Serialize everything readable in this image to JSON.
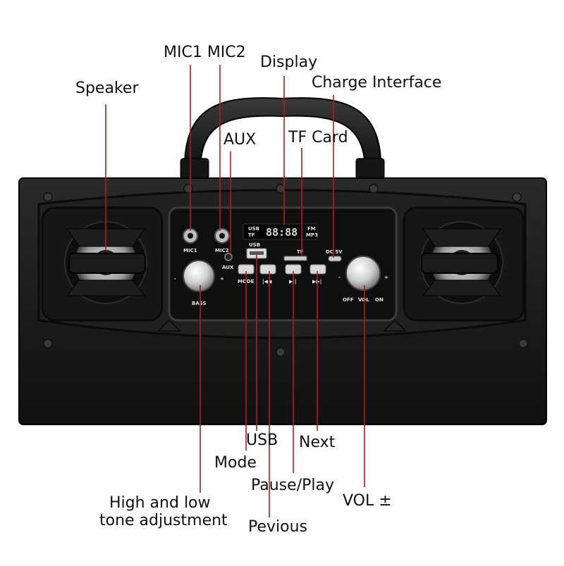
{
  "labels": {
    "speaker": "Speaker",
    "mic1_mic2": "MIC1 MIC2",
    "display": "Display",
    "charge_interface": "Charge Interface",
    "aux": "AUX",
    "tf_card": "TF Card",
    "usb": "USB",
    "next": "Next",
    "mode": "Mode",
    "pause_play": "Pause/Play",
    "vol": "VOL ±",
    "tone_line1": "High and low",
    "tone_line2": "tone adjustment",
    "previous": "Pevious"
  },
  "panel": {
    "mic1": "MIC1",
    "mic2": "MIC2",
    "aux": "AUX",
    "usb": "USB",
    "tf": "TF",
    "dc": "DC 5V",
    "mode": "MODE",
    "bass": "BASS",
    "off": "OFF",
    "vol": "VOL",
    "on": "ON",
    "minus": "-",
    "plus": "+",
    "display_digits": "88:88",
    "display_fm": "FM",
    "display_mp3": "MP3",
    "display_usb": "USB",
    "display_tf": "TF"
  },
  "colors": {
    "leader_line": "#b01c1c",
    "body": "#1b1b1b",
    "panel": "#111111"
  }
}
